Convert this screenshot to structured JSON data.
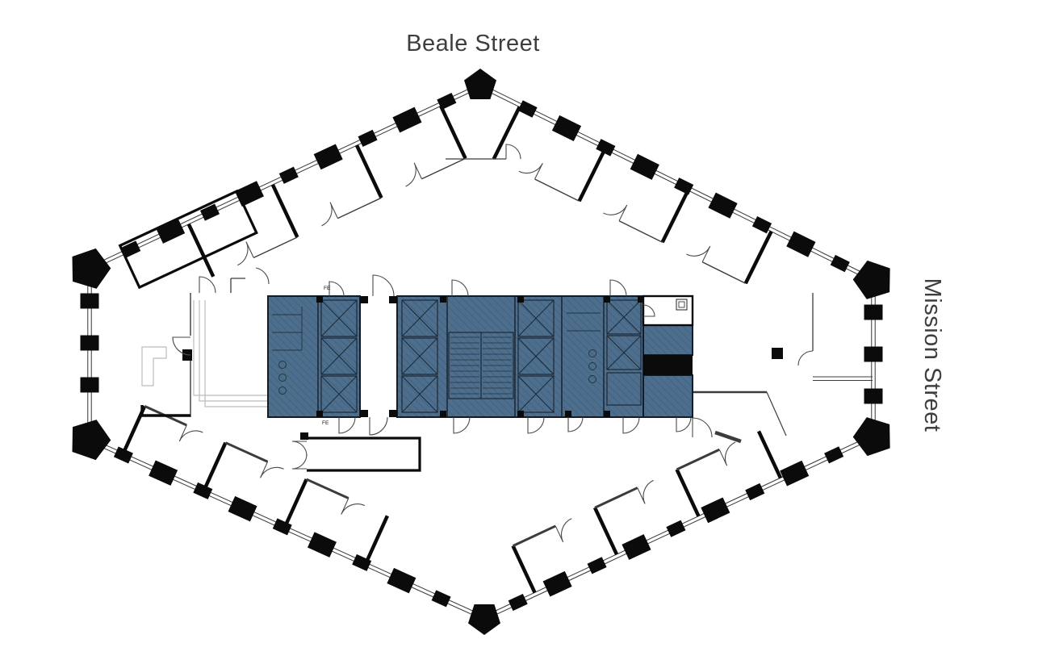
{
  "labels": {
    "beale_street": "Beale Street",
    "mission_street": "Mission Street"
  },
  "core": {
    "fe_top": "FE",
    "fe_bottom": "FE"
  },
  "colors": {
    "core_fill": "#4d6f8d",
    "core_hatch": "#3d5b76",
    "core_outline": "#101c28",
    "wall": "#0b0b0b",
    "facade_line": "#3f3f3f",
    "thin_line": "#3c3c3c",
    "arc_line": "#4a4a4a",
    "light_line": "#bcbcbc",
    "street_text": "#3e3e3e"
  }
}
